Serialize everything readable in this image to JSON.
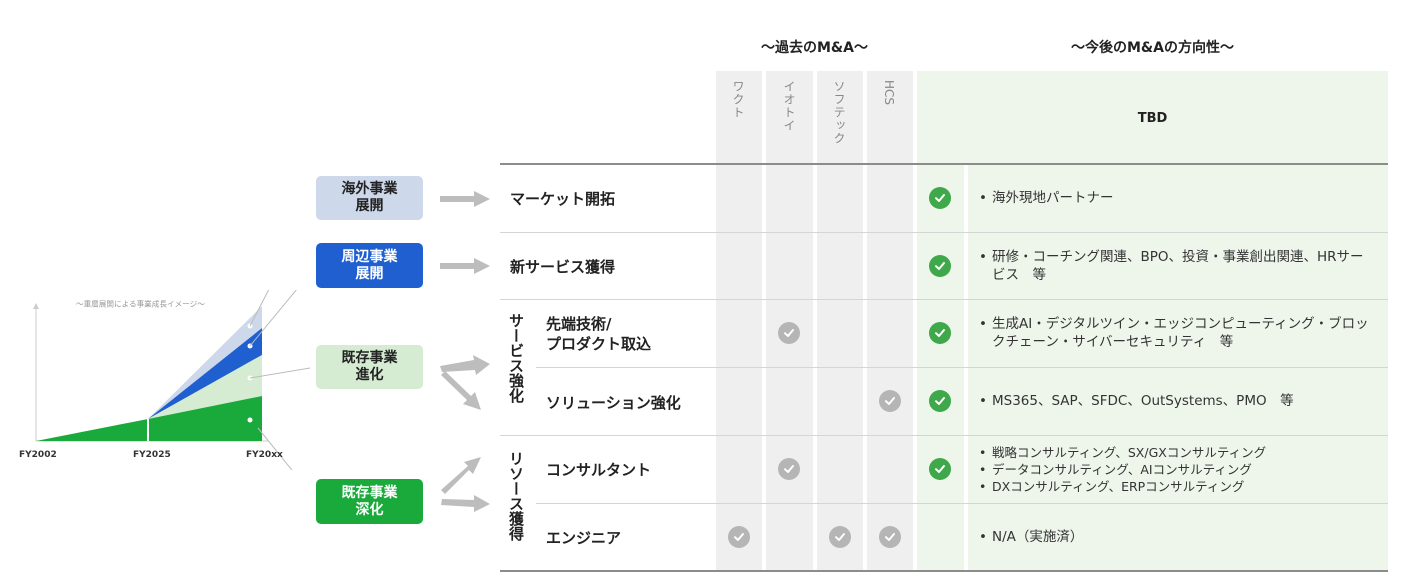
{
  "headers": {
    "past_title": "〜過去のM&A〜",
    "future_title": "〜今後のM&Aの方向性〜",
    "past_columns": [
      "ワクト",
      "イオトイ",
      "ソフテック",
      "HCS"
    ],
    "future_column": "TBD"
  },
  "categories": [
    {
      "label": "海外事業\n展開",
      "bg": "#cdd8ea",
      "fg": "#222222"
    },
    {
      "label": "周辺事業\n展開",
      "bg": "#1f5fd0",
      "fg": "#ffffff"
    },
    {
      "label": "既存事業\n進化",
      "bg": "#d5ebd2",
      "fg": "#222222"
    },
    {
      "label": "既存事業\n深化",
      "bg": "#1aaa3c",
      "fg": "#ffffff"
    }
  ],
  "groups": {
    "service": "サービス強化",
    "resource": "リソース獲得"
  },
  "rows": [
    {
      "label": "マーケット開拓",
      "past": [
        false,
        false,
        false,
        false
      ],
      "future": true,
      "notes": [
        "海外現地パートナー"
      ]
    },
    {
      "label": "新サービス獲得",
      "past": [
        false,
        false,
        false,
        false
      ],
      "future": true,
      "notes": [
        "研修・コーチング関連、BPO、投資・事業創出関連、HRサービス　等"
      ]
    },
    {
      "label": "先端技術/\n プロダクト取込",
      "past": [
        false,
        true,
        false,
        false
      ],
      "future": true,
      "notes": [
        "生成AI・デジタルツイン・エッジコンピューティング・ブロックチェーン・サイバーセキュリティ　等"
      ]
    },
    {
      "label": "ソリューション強化",
      "past": [
        false,
        false,
        false,
        true
      ],
      "future": true,
      "notes": [
        "MS365、SAP、SFDC、OutSystems、PMO　等"
      ]
    },
    {
      "label": "コンサルタント",
      "past": [
        false,
        true,
        false,
        false
      ],
      "future": true,
      "notes": [
        "戦略コンサルティング、SX/GXコンサルティング",
        "データコンサルティング、AIコンサルティング",
        "DXコンサルティング、ERPコンサルティング"
      ]
    },
    {
      "label": "エンジニア",
      "past": [
        true,
        false,
        true,
        true
      ],
      "future": false,
      "notes": [
        "N/A（実施済）"
      ]
    }
  ],
  "mini_chart": {
    "title": "〜重層展開による事業成長イメージ〜",
    "x_ticks": [
      "FY2002",
      "FY2025",
      "FY20xx"
    ],
    "colors": {
      "overseas": "#cdd8ea",
      "peripheral": "#1f5fd0",
      "evolution": "#d5ebd2",
      "deepening": "#1aaa3c",
      "check_green": "#3fa84a",
      "check_gray": "#b5b5b5"
    }
  }
}
